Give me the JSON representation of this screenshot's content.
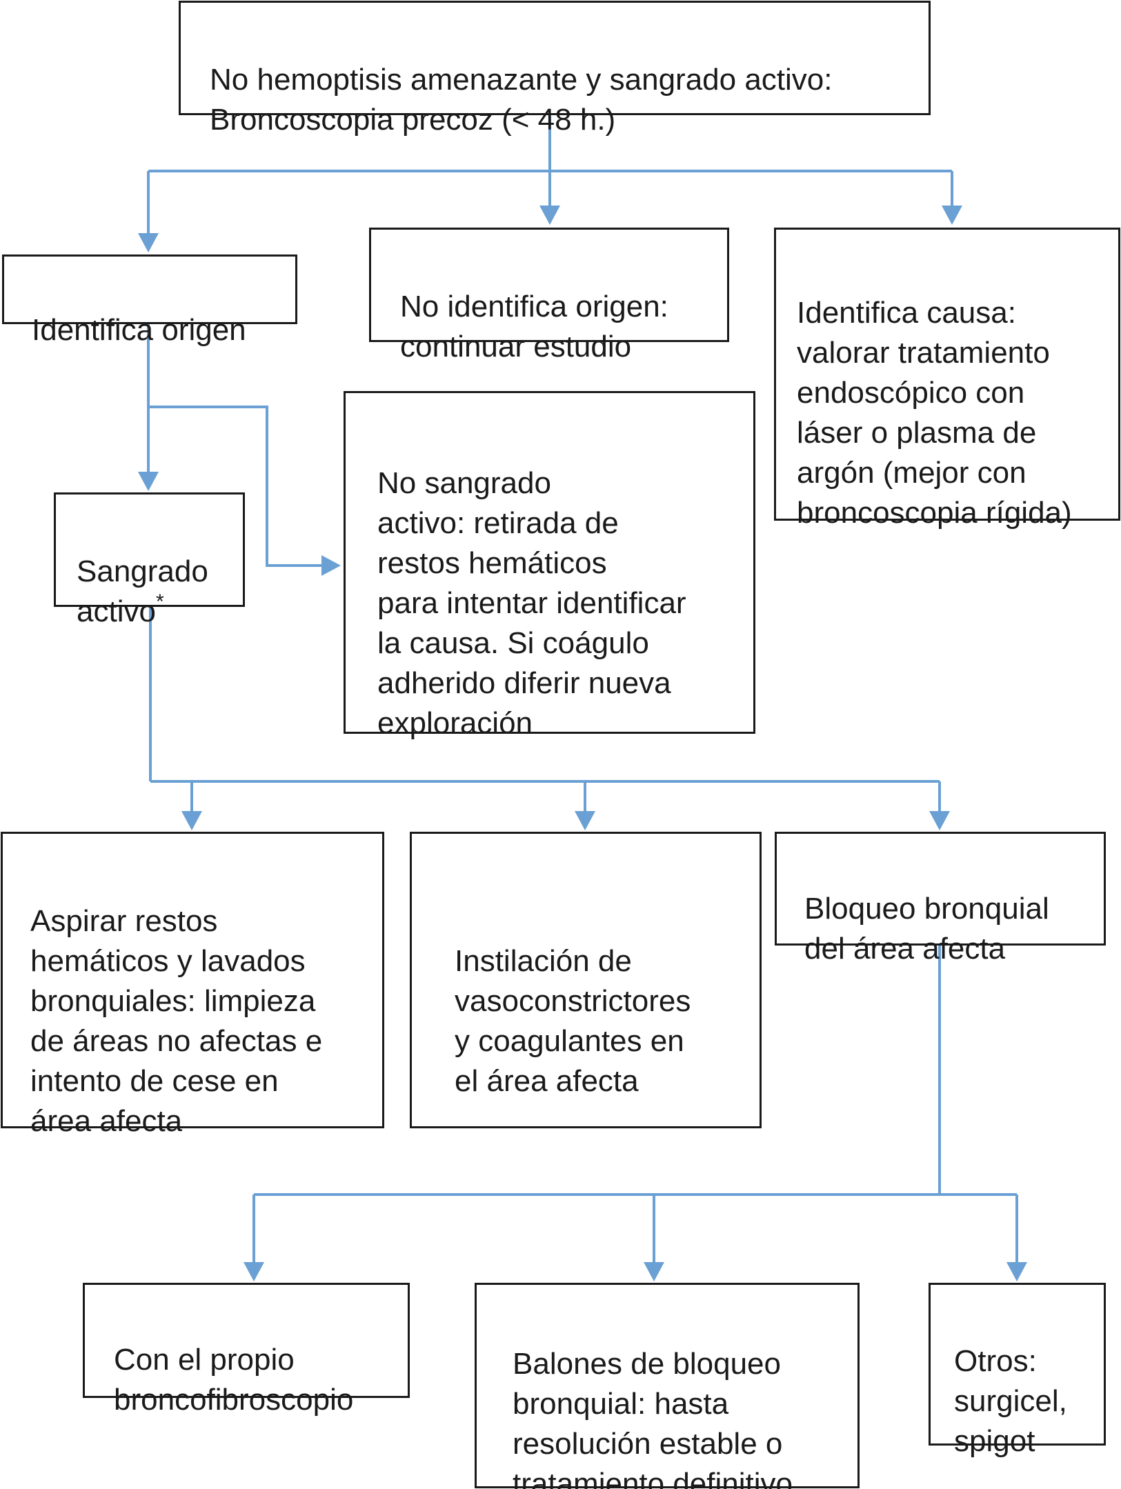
{
  "nodes": {
    "start": "No hemoptisis amenazante y sangrado activo:\nBroncoscopia precoz (< 48 h.)",
    "identifica_origen": "Identifica origen",
    "no_identifica_origen": "No identifica origen:\ncontinuar estudio",
    "identifica_causa": "Identifica causa:\nvalorar tratamiento\nendoscópico con\nláser o plasma de\nargón (mejor con\nbroncoscopia rígida)",
    "sangrado_activo": "Sangrado\nactivo",
    "sangrado_activo_mark": "*",
    "no_sangrado_activo": "No sangrado\nactivo: retirada de\nrestos hemáticos\npara intentar identificar\nla causa. Si coágulo\nadherido diferir nueva\nexploración",
    "aspirar": "Aspirar restos\nhemáticos y lavados\nbronquiales: limpieza\nde áreas no afectas e\nintento de cese en\nárea afecta",
    "instilacion": "Instilación de\nvasoconstrictores\ny coagulantes en\nel área afecta",
    "bloqueo": "Bloqueo bronquial\ndel área afecta",
    "con_propio": "Con el propio\nbroncofibroscopio",
    "balones": "Balones de bloqueo\nbronquial: hasta\nresolución estable o\ntratamiento definitivo",
    "otros": "Otros:\nsurgicel,\nspigot"
  },
  "colors": {
    "connector": "#6aa0d4",
    "border": "#1a1a1a",
    "text": "#1a1a1a"
  }
}
